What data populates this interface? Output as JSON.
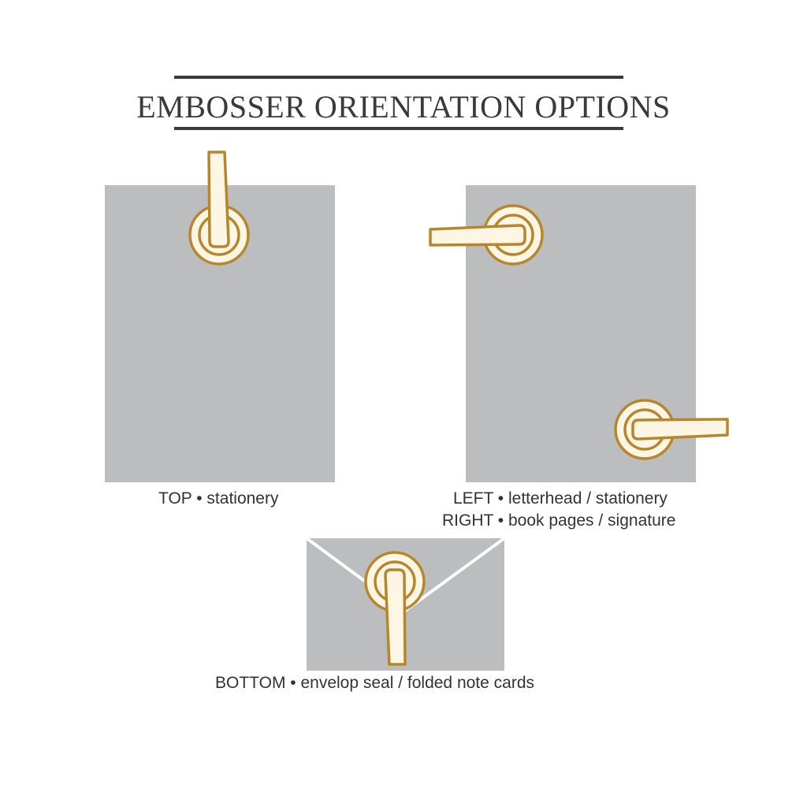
{
  "title": "EMBOSSER ORIENTATION OPTIONS",
  "colors": {
    "paper": "#bcbdbf",
    "gold": "#b8862a",
    "cream": "#fdf6e4",
    "text": "#333333",
    "rule": "#3a3a3a"
  },
  "icons": {
    "embosser": "embosser-icon",
    "envelope": "envelope-icon"
  },
  "captions": {
    "top": "TOP • stationery",
    "left": "LEFT • letterhead / stationery",
    "right": "RIGHT • book pages / signature",
    "bottom": "BOTTOM • envelop seal / folded note cards"
  }
}
